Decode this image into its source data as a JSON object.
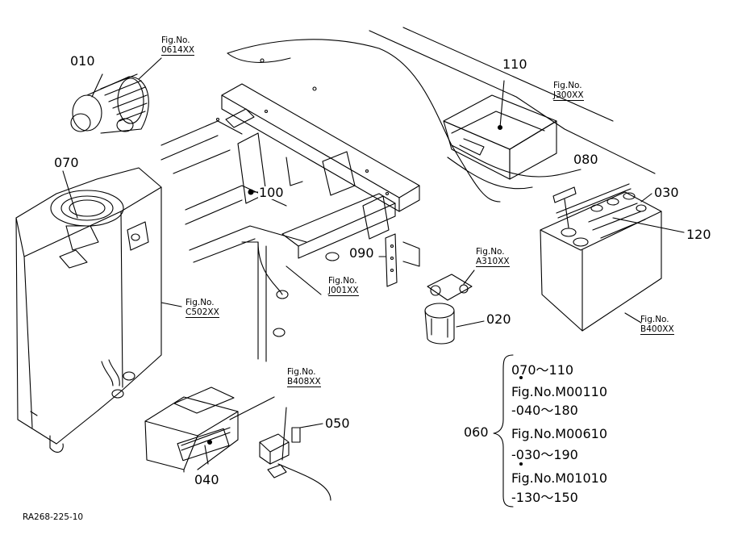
{
  "parts": {
    "p010": "010",
    "p070": "070",
    "p100": "100",
    "p110": "110",
    "p080": "080",
    "p030": "030",
    "p120": "120",
    "p090": "090",
    "p020": "020",
    "p050": "050",
    "p040": "040",
    "p060": "060"
  },
  "fig_refs": {
    "f0614": {
      "prefix": "Fig.No.",
      "code": "0614XX"
    },
    "fJ300": {
      "prefix": "Fig.No.",
      "code": "J300XX"
    },
    "fC502": {
      "prefix": "Fig.No.",
      "code": "C502XX"
    },
    "fJ001": {
      "prefix": "Fig.No.",
      "code": "J001XX"
    },
    "fA310": {
      "prefix": "Fig.No.",
      "code": "A310XX"
    },
    "fB400": {
      "prefix": "Fig.No.",
      "code": "B400XX"
    },
    "fB408": {
      "prefix": "Fig.No.",
      "code": "B408XX"
    }
  },
  "legend_060": [
    "070～110",
    "Fig.No.M00110",
    "-040～180",
    "Fig.No.M00610",
    "-030～190",
    "Fig.No.M01010",
    "-130～150"
  ],
  "drawing_code": "RA268-225-10"
}
